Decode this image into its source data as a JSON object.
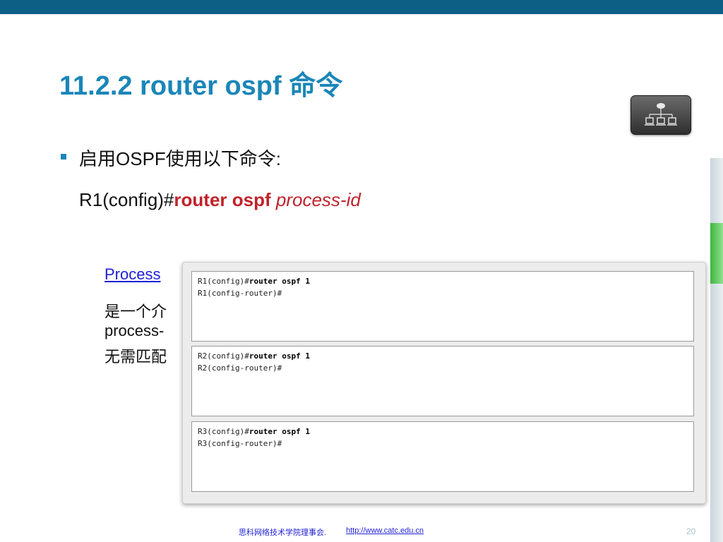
{
  "title": "11.2.2 router ospf 命令",
  "bullet": {
    "text": "启用OSPF使用以下命令:"
  },
  "command": {
    "prefix": "R1(config)#",
    "keyword": "router ospf",
    "arg": "process-id"
  },
  "side_text": {
    "line1": "Process",
    "line2": "是一个介",
    "line3": "process-",
    "line4": "无需匹配"
  },
  "console": {
    "panels": [
      {
        "line1_prefix": "R1(config)#",
        "line1_cmd": "router ospf 1",
        "line2": "R1(config-router)#"
      },
      {
        "line1_prefix": "R2(config)#",
        "line1_cmd": "router ospf 1",
        "line2": "R2(config-router)#"
      },
      {
        "line1_prefix": "R3(config)#",
        "line1_cmd": "router ospf 1",
        "line2": "R3(config-router)#"
      }
    ]
  },
  "footer": {
    "text": "思科网络技术学院理事会.",
    "url": "http://www.catc.edu.cn"
  },
  "page_number": "20",
  "colors": {
    "top_bar": "#0e5f86",
    "title": "#1a86b8",
    "keyword": "#c0222a",
    "link": "#1f1fd6"
  },
  "icons": {
    "network": "network-topology-icon",
    "bullet": "square-bullet"
  }
}
